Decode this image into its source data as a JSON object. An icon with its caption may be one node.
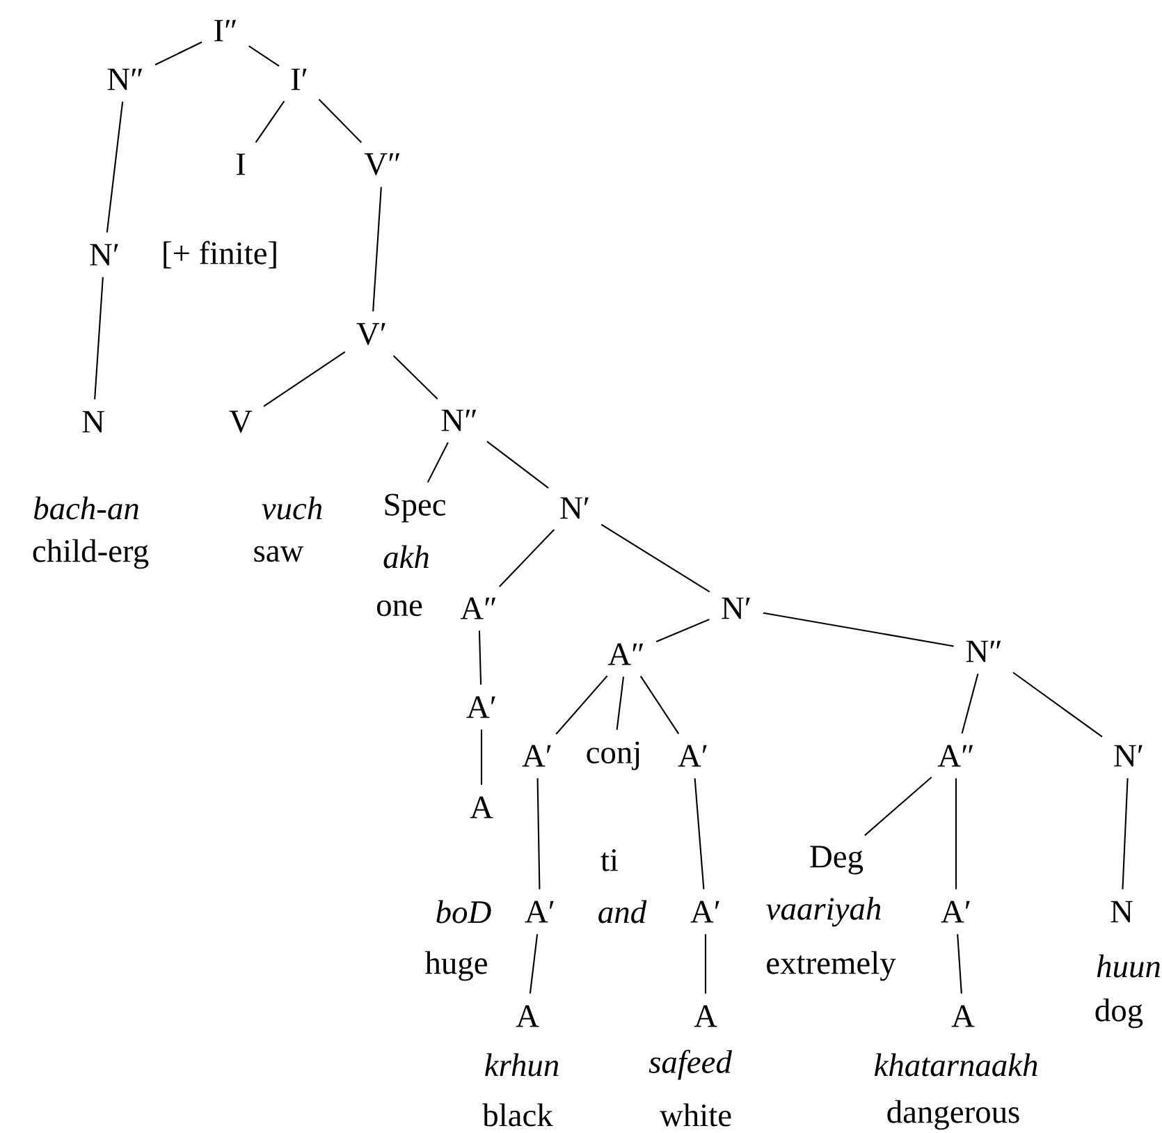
{
  "diagram": {
    "nodes": [
      {
        "text": [
          "I″"
        ]
      },
      {
        "text": [
          "N″"
        ]
      },
      {
        "text": [
          "I′"
        ]
      },
      {
        "text": [
          "I"
        ]
      },
      {
        "text": [
          "V″"
        ]
      },
      {
        "text": [
          "N′"
        ]
      },
      {
        "text": [
          "V′"
        ]
      },
      {
        "text": [
          "N"
        ]
      },
      {
        "text": [
          "V"
        ]
      },
      {
        "text": [
          "N″"
        ]
      },
      {
        "text": [
          "Spec"
        ]
      },
      {
        "text": [
          "N′"
        ]
      },
      {
        "text": [
          "A″"
        ]
      },
      {
        "text": [
          "N′"
        ]
      },
      {
        "text": [
          "A″"
        ]
      },
      {
        "text": [
          "N″"
        ]
      },
      {
        "text": [
          "A′"
        ]
      },
      {
        "text": [
          "A′"
        ]
      },
      {
        "text": [
          "conj"
        ]
      },
      {
        "text": [
          "A′"
        ]
      },
      {
        "text": [
          "A″"
        ]
      },
      {
        "text": [
          "N′"
        ]
      },
      {
        "text": [
          "A"
        ]
      },
      {
        "text": [
          "ti"
        ]
      },
      {
        "text": [
          "Deg"
        ]
      },
      {
        "text": [
          "A′"
        ]
      },
      {
        "text": [
          "A′"
        ]
      },
      {
        "text": [
          "A′"
        ]
      },
      {
        "text": [
          "N"
        ]
      },
      {
        "text": [
          "A"
        ]
      },
      {
        "text": [
          "A"
        ]
      },
      {
        "text": [
          "A"
        ]
      }
    ],
    "edges": [
      {
        "from": 0,
        "to": 1,
        "arrow": "none"
      },
      {
        "from": 0,
        "to": 2,
        "arrow": "none"
      },
      {
        "from": 2,
        "to": 3,
        "arrow": "none"
      },
      {
        "from": 2,
        "to": 4,
        "arrow": "none"
      },
      {
        "from": 1,
        "to": 5,
        "arrow": "none"
      },
      {
        "from": 4,
        "to": 6,
        "arrow": "none"
      },
      {
        "from": 5,
        "to": 7,
        "arrow": "none"
      },
      {
        "from": 6,
        "to": 8,
        "arrow": "none"
      },
      {
        "from": 6,
        "to": 9,
        "arrow": "none"
      },
      {
        "from": 9,
        "to": 10,
        "arrow": "none"
      },
      {
        "from": 9,
        "to": 11,
        "arrow": "none"
      },
      {
        "from": 11,
        "to": 12,
        "arrow": "none"
      },
      {
        "from": 11,
        "to": 13,
        "arrow": "none"
      },
      {
        "from": 13,
        "to": 14,
        "arrow": "none"
      },
      {
        "from": 13,
        "to": 15,
        "arrow": "none"
      },
      {
        "from": 12,
        "to": 16,
        "arrow": "none"
      },
      {
        "from": 14,
        "to": 17,
        "arrow": "none"
      },
      {
        "from": 14,
        "to": 18,
        "arrow": "none"
      },
      {
        "from": 14,
        "to": 19,
        "arrow": "none"
      },
      {
        "from": 15,
        "to": 20,
        "arrow": "none"
      },
      {
        "from": 15,
        "to": 21,
        "arrow": "none"
      },
      {
        "from": 16,
        "to": 22,
        "arrow": "none"
      },
      {
        "from": 17,
        "to": 25,
        "arrow": "none"
      },
      {
        "from": 19,
        "to": 26,
        "arrow": "none"
      },
      {
        "from": 20,
        "to": 24,
        "arrow": "none"
      },
      {
        "from": 20,
        "to": 27,
        "arrow": "none"
      },
      {
        "from": 21,
        "to": 28,
        "arrow": "none"
      },
      {
        "from": 25,
        "to": 29,
        "arrow": "none"
      },
      {
        "from": 26,
        "to": 30,
        "arrow": "none"
      },
      {
        "from": 27,
        "to": 31,
        "arrow": "none"
      }
    ],
    "labels": [
      "[+ finite]",
      "bach-an",
      "vuch",
      "child-erg",
      "saw",
      "akh",
      "one",
      "boD",
      "and",
      "vaariyah",
      "huge",
      "extremely",
      "huun",
      "dog",
      "krhun",
      "safeed",
      "khatarnaakh",
      "black",
      "white",
      "dangerous"
    ]
  }
}
